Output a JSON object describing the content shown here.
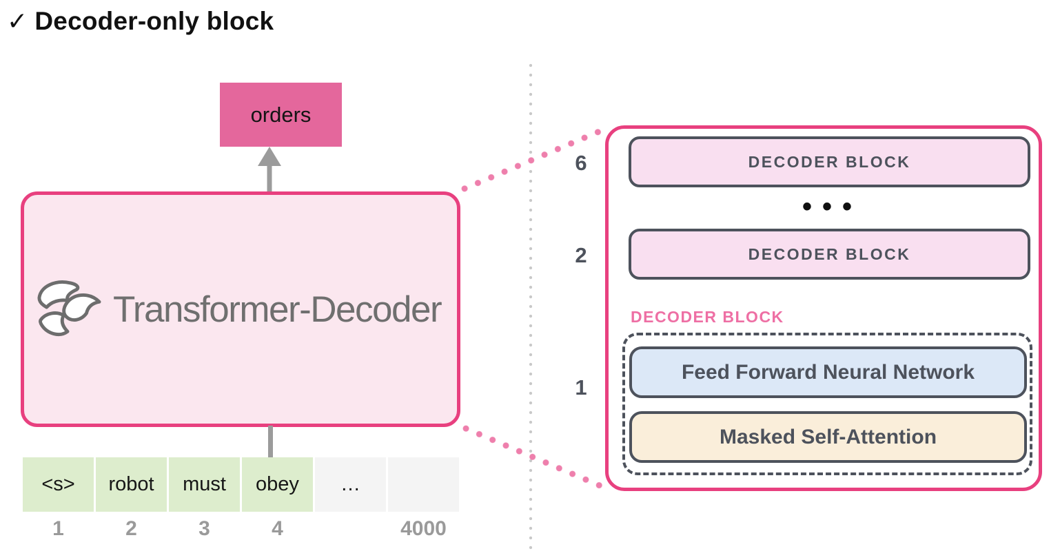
{
  "title": {
    "check": "✓",
    "text": "Decoder-only block"
  },
  "left_diagram": {
    "output_token": "orders",
    "model_label": "Transformer-Decoder",
    "logo": "transformer-logo-icon",
    "input_tokens": [
      {
        "text": "<s>",
        "index": "1",
        "highlighted": true
      },
      {
        "text": "robot",
        "index": "2",
        "highlighted": true
      },
      {
        "text": "must",
        "index": "3",
        "highlighted": true
      },
      {
        "text": "obey",
        "index": "4",
        "highlighted": true
      },
      {
        "text": "…",
        "index": "",
        "highlighted": false
      },
      {
        "text": "",
        "index": "4000",
        "highlighted": false
      }
    ]
  },
  "right_diagram": {
    "layers": [
      {
        "number": "6",
        "label": "DECODER BLOCK"
      },
      {
        "number": "2",
        "label": "DECODER BLOCK"
      }
    ],
    "ellipsis": "•••",
    "expanded": {
      "layer_number": "1",
      "title": "DECODER BLOCK",
      "components": [
        {
          "label": "Feed Forward Neural Network",
          "type": "ffnn"
        },
        {
          "label": "Masked Self-Attention",
          "type": "attention"
        }
      ]
    }
  },
  "colors": {
    "accent_pink": "#e8407f",
    "output_box_fill": "#e4679c",
    "model_box_fill": "#fbe7ef",
    "decoder_block_fill": "#f9dff0",
    "dark_slate": "#4d525c",
    "ffnn_fill": "#dce8f7",
    "attention_fill": "#faeeda",
    "token_green": "#ddedcd",
    "token_gray": "#f4f4f4",
    "index_gray": "#9a9a9a",
    "model_text_gray": "#6f6f6f",
    "arrow_gray": "#9b9b9b",
    "divider_dot": "#c9c9c9",
    "pink_dot": "#ee7fac",
    "pink_label": "#ee6fa4"
  }
}
